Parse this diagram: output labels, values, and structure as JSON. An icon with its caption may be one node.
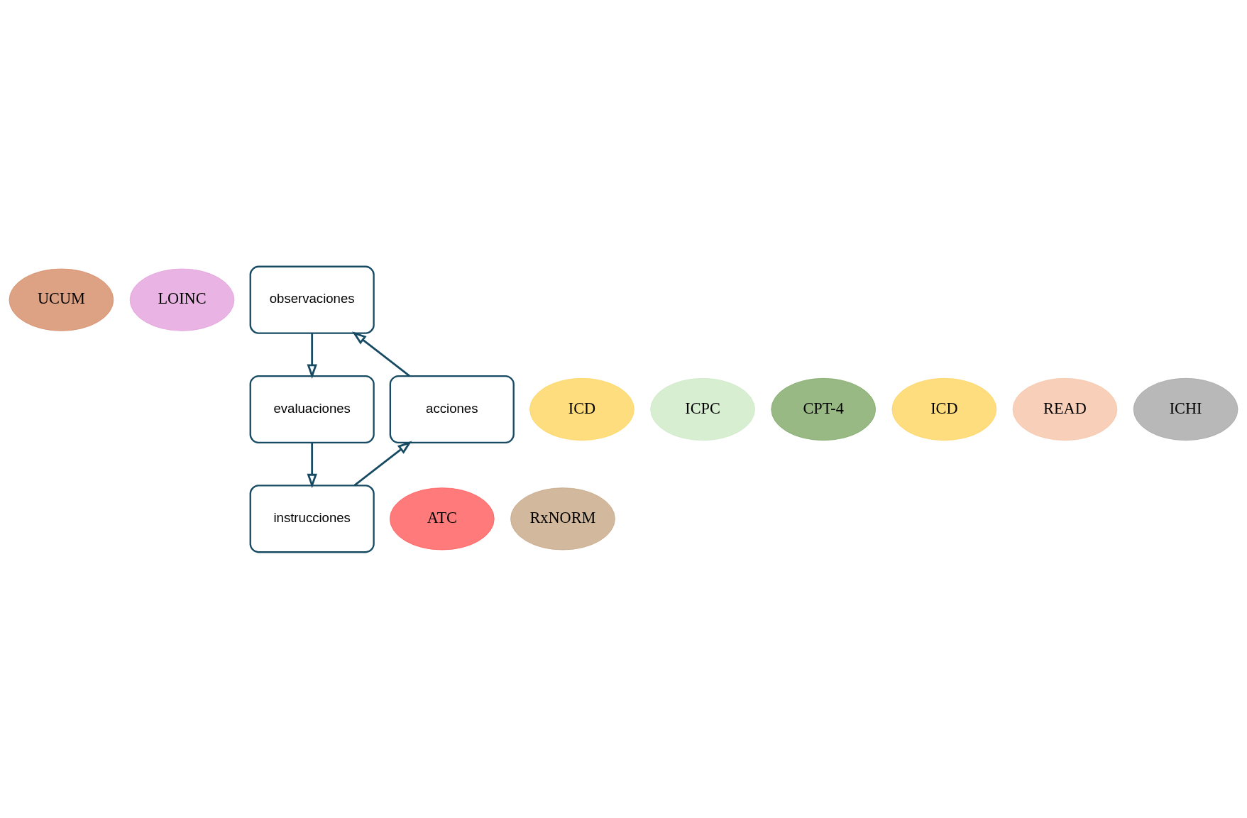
{
  "diagram": {
    "nodes": [
      {
        "text": [
          "UCUM"
        ]
      },
      {
        "text": [
          "LOINC"
        ]
      },
      {
        "text": [
          "observaciones"
        ]
      },
      {
        "text": [
          "ICD"
        ]
      },
      {
        "text": [
          "ICPC"
        ]
      },
      {
        "text": [
          "CPT-4"
        ]
      },
      {
        "text": [
          "acciones"
        ]
      },
      {
        "text": [
          "evaluaciones"
        ]
      },
      {
        "text": [
          "ICD"
        ]
      },
      {
        "text": [
          "READ"
        ]
      },
      {
        "text": [
          "ICHI"
        ]
      },
      {
        "text": [
          "instrucciones"
        ]
      },
      {
        "text": [
          "ATC"
        ]
      },
      {
        "text": [
          "RxNORM"
        ]
      }
    ],
    "edges": [
      {
        "from": 6,
        "to": 2,
        "arrow": "to"
      },
      {
        "from": 2,
        "to": 7,
        "arrow": "to"
      },
      {
        "from": 7,
        "to": 11,
        "arrow": "to"
      },
      {
        "from": 11,
        "to": 6,
        "arrow": "to"
      }
    ]
  }
}
